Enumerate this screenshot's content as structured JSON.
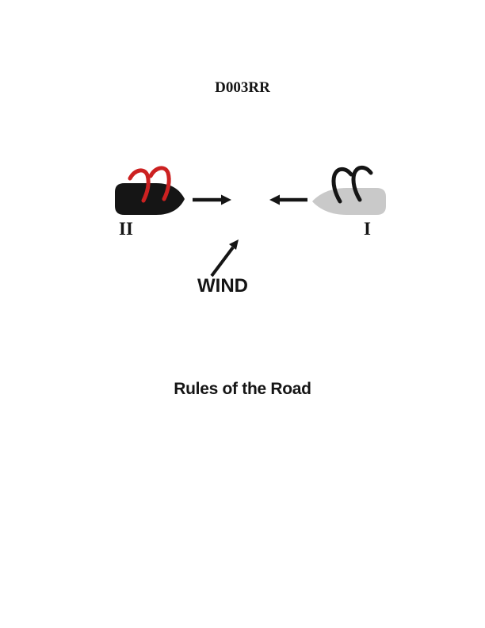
{
  "page": {
    "title": "D003RR",
    "caption": "Rules of the Road",
    "background": "#ffffff"
  },
  "diagram": {
    "wind": {
      "label": "WIND",
      "arrow_direction": "up-right"
    },
    "vessels": [
      {
        "label": "II",
        "hull": "dark",
        "sails": "red",
        "course_arrow": "pointing-right"
      },
      {
        "label": "I",
        "hull": "gray",
        "sails": "dark",
        "course_arrow": "pointing-left"
      }
    ],
    "colors": {
      "ink": "#151515",
      "hull_dark": "#151515",
      "hull_gray": "#c9c9c9",
      "sail_red": "#cc2121"
    }
  }
}
